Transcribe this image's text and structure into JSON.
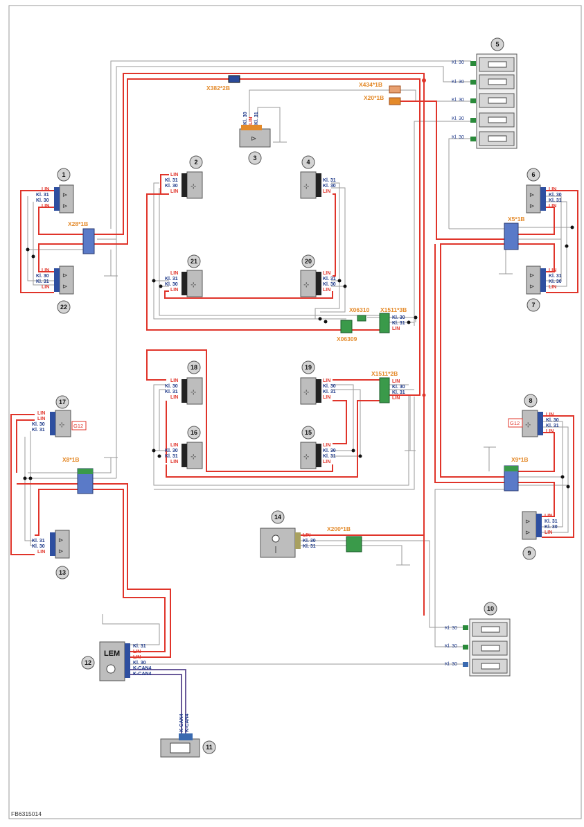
{
  "footer_code": "FB6315014",
  "colors": {
    "lin": "#e0342a",
    "kl30": "#9a9a9a",
    "kl31": "#9a9a9a",
    "kcan": "#6a5a9a",
    "connector_orange": "#e48a2a",
    "label_blue": "#1f3a8a"
  },
  "components": [
    {
      "num": "1"
    },
    {
      "num": "2"
    },
    {
      "num": "3"
    },
    {
      "num": "4"
    },
    {
      "num": "5"
    },
    {
      "num": "6"
    },
    {
      "num": "7"
    },
    {
      "num": "8"
    },
    {
      "num": "9"
    },
    {
      "num": "10"
    },
    {
      "num": "11"
    },
    {
      "num": "12",
      "label": "LEM"
    },
    {
      "num": "13"
    },
    {
      "num": "14"
    },
    {
      "num": "15"
    },
    {
      "num": "16"
    },
    {
      "num": "17",
      "tag": "G12"
    },
    {
      "num": "18"
    },
    {
      "num": "19"
    },
    {
      "num": "20"
    },
    {
      "num": "21"
    },
    {
      "num": "22"
    }
  ],
  "g12_tag_8": "G12",
  "connectors": {
    "x382": "X382*2B",
    "x434": "X434*1B",
    "x20": "X20*1B",
    "x28": "X28*1B",
    "x5": "X5*1B",
    "x06310": "X06310",
    "x06309": "X06309",
    "x1511_3": "X1511*3B",
    "x1511_2": "X1511*2B",
    "x8": "X8*1B",
    "x9": "X9*1B",
    "x200": "X200*1B"
  },
  "pins": {
    "lin": "LIN",
    "kl30": "Kl. 30",
    "kl31": "Kl. 31",
    "kcan4": "K-CAN4"
  }
}
